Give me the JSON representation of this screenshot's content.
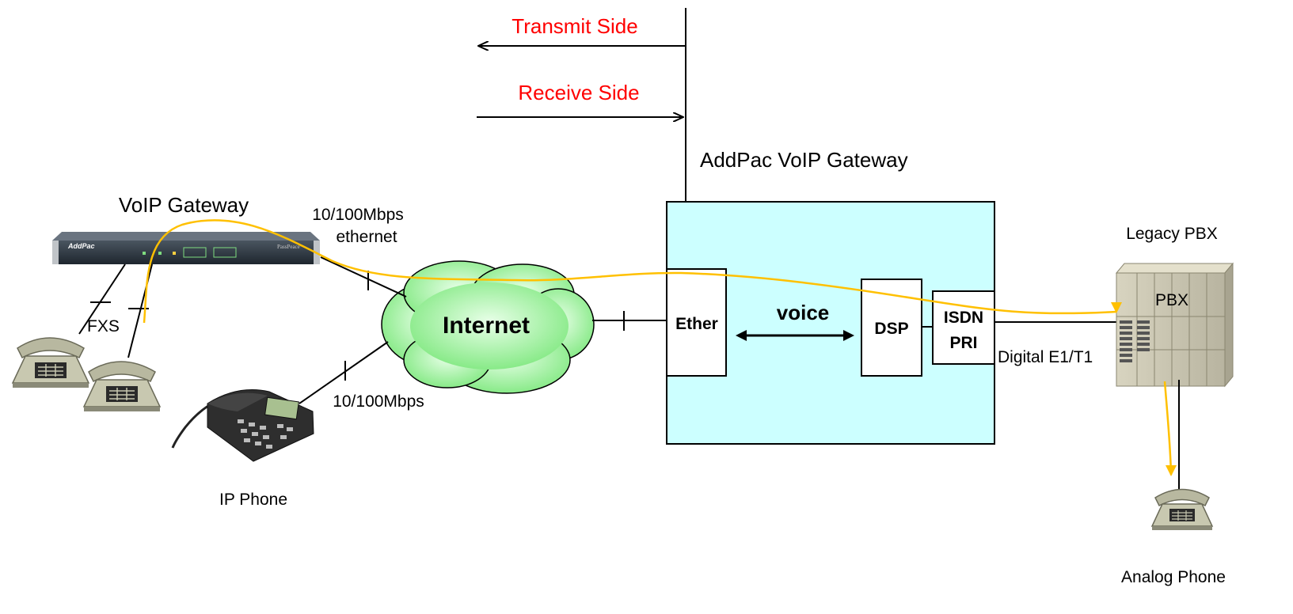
{
  "labels": {
    "transmit_side": "Transmit Side",
    "receive_side": "Receive Side",
    "addpac_gateway": "AddPac VoIP  Gateway",
    "voip_gateway": "VoIP Gateway",
    "ethernet_speed": "10/100Mbps",
    "ethernet_word": "ethernet",
    "internet": "Internet",
    "ip_phone_speed": "10/100Mbps",
    "fxs": "FXS",
    "ip_phone": "IP Phone",
    "legacy_pbx": "Legacy PBX",
    "pbx": "PBX",
    "digital_link": "Digital E1/T1",
    "analog_phone": "Analog Phone",
    "ether": "Ether",
    "voice": "voice",
    "dsp": "DSP",
    "isdn": "ISDN",
    "pri": "PRI"
  },
  "device_text": {
    "gateway_brand": "AddPac",
    "gateway_model": "PassPeace"
  },
  "colors": {
    "gateway_box": "#ccffff",
    "voice_path": "#ffc000",
    "side_labels": "#ff0000",
    "phone_body": "#b8b8a0",
    "cloud": "#b9f5b9"
  }
}
